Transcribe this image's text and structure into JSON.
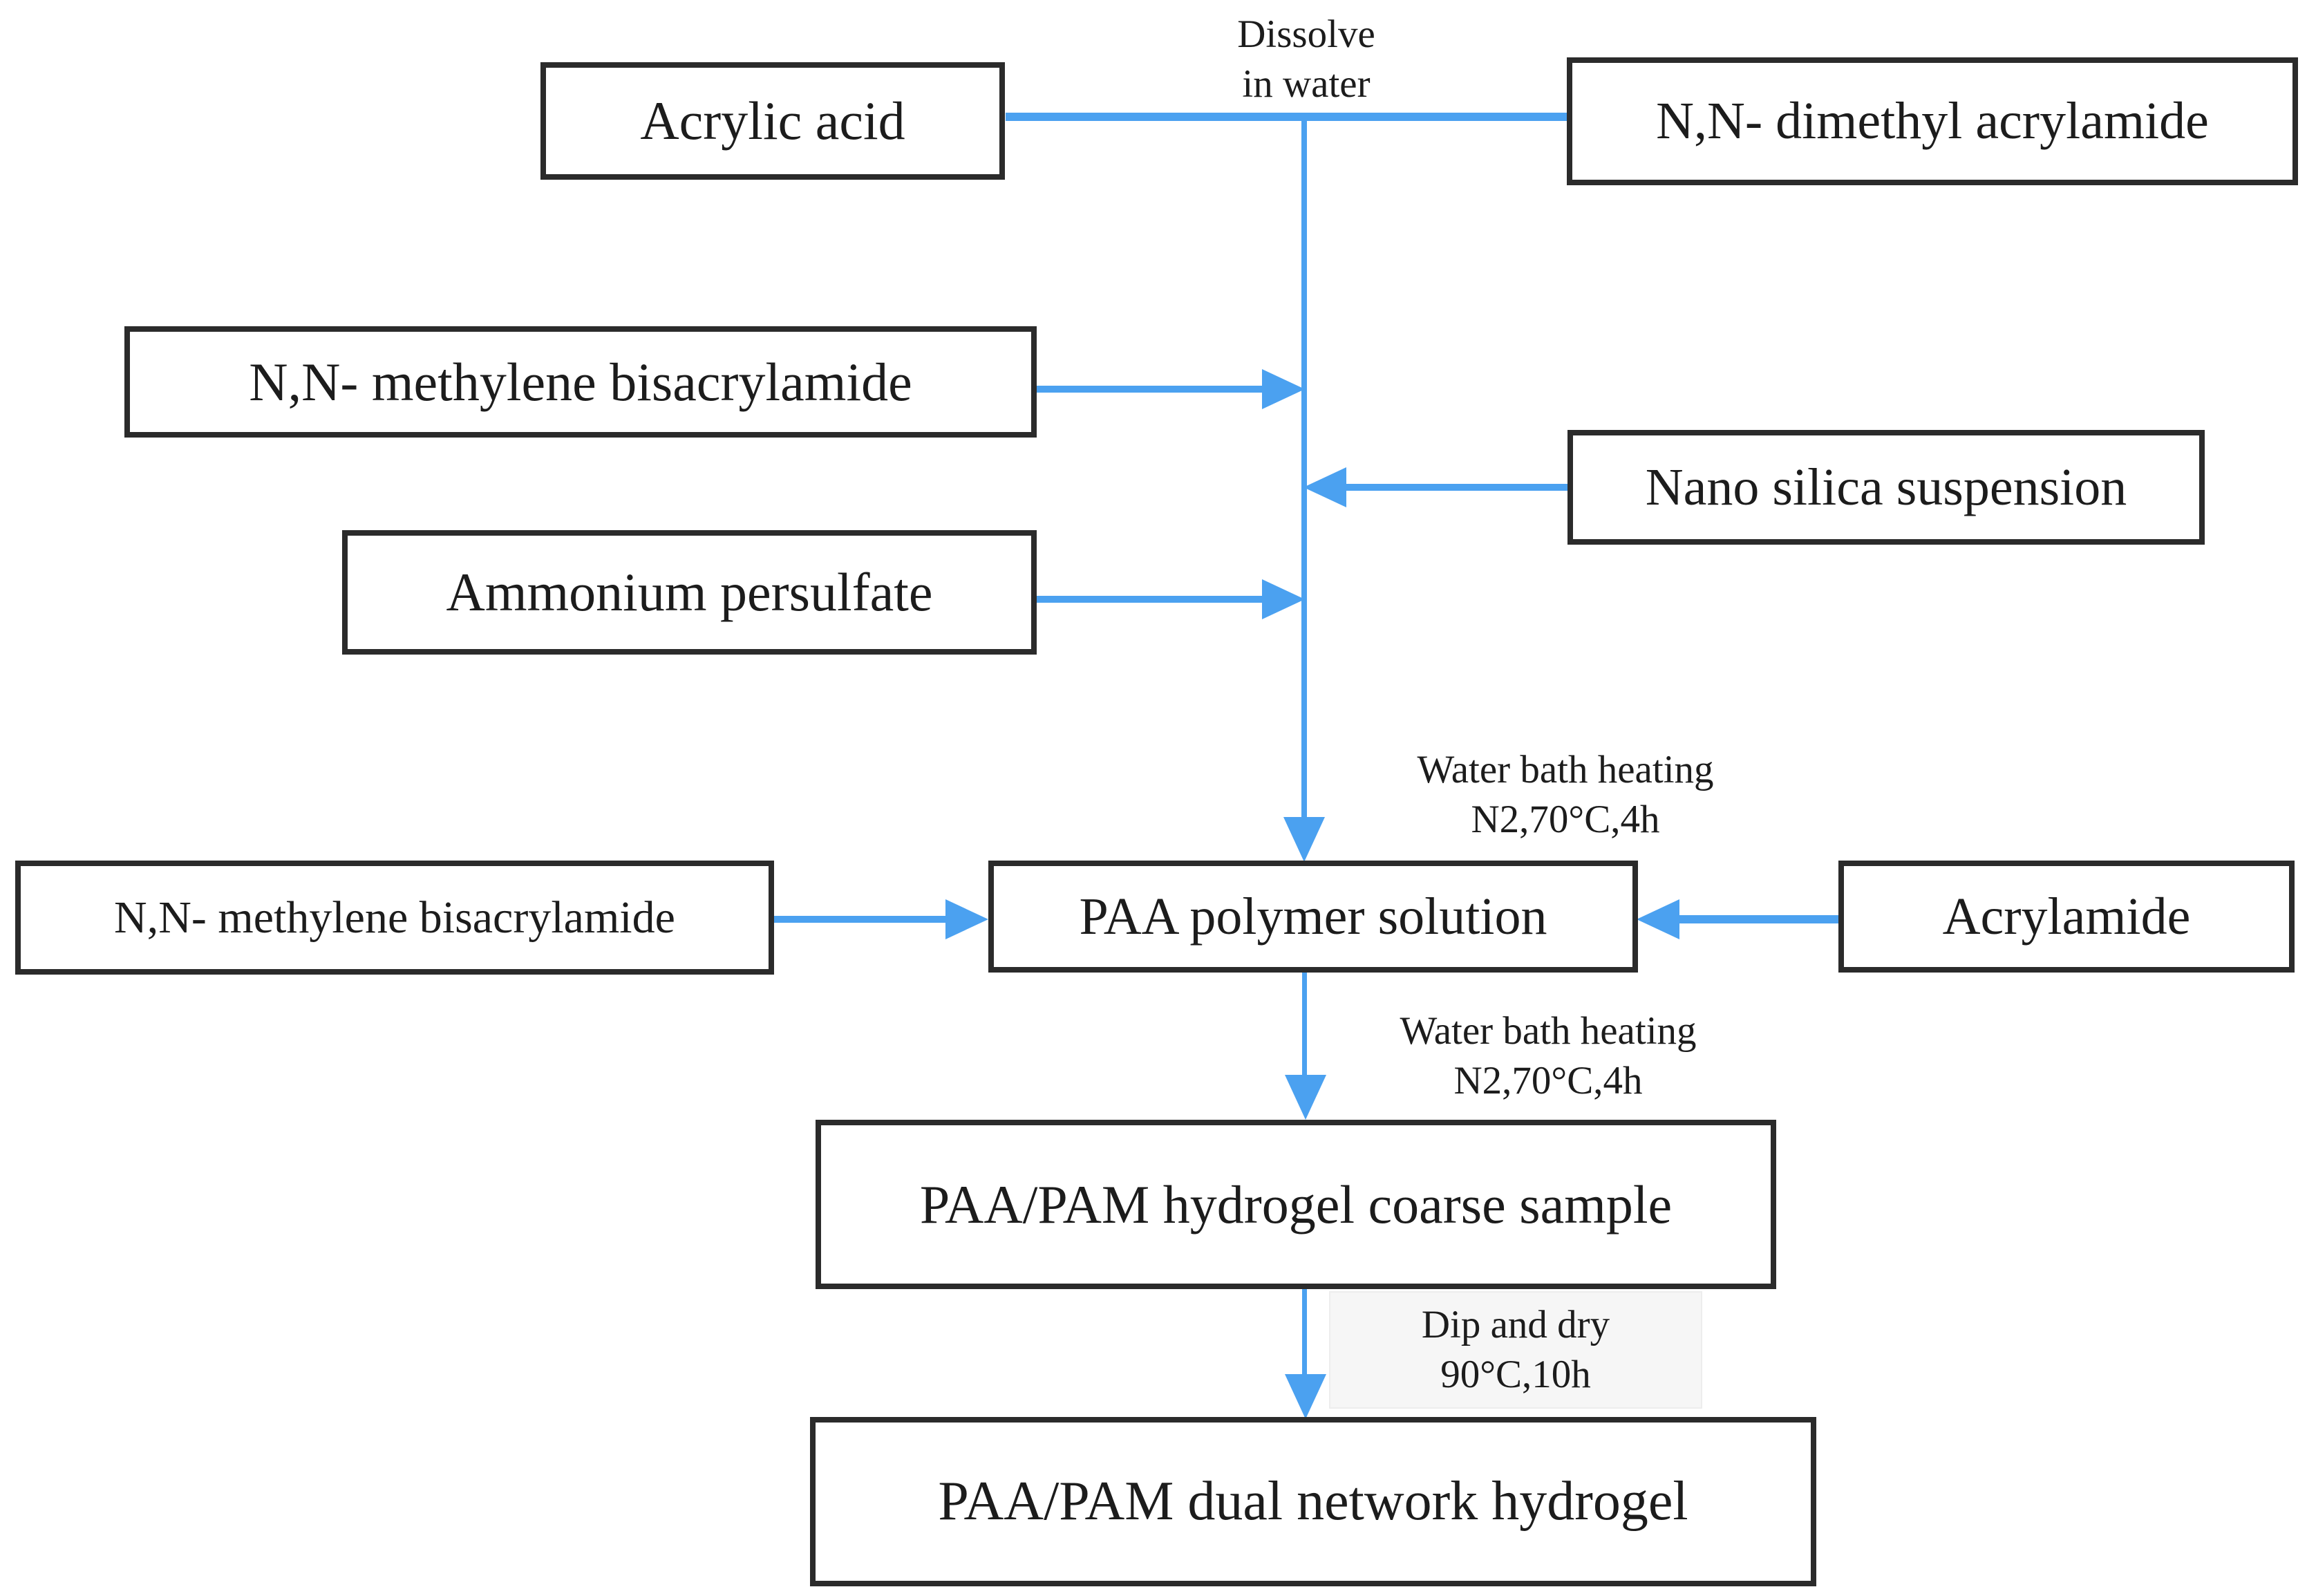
{
  "diagram": {
    "nodes": {
      "acrylic_acid": "Acrylic acid",
      "dimethyl_acrylamide": "N,N- dimethyl acrylamide",
      "methylene_bisacrylamide_1": "N,N- methylene bisacrylamide",
      "nano_silica": "Nano silica suspension",
      "ammonium_persulfate": "Ammonium persulfate",
      "methylene_bisacrylamide_2": "N,N- methylene bisacrylamide",
      "paa_polymer_solution": "PAA polymer solution",
      "acrylamide": "Acrylamide",
      "paa_pam_coarse": "PAA/PAM hydrogel coarse sample",
      "paa_pam_dual": "PAA/PAM dual network hydrogel"
    },
    "labels": {
      "dissolve": {
        "line1": "Dissolve",
        "line2": "in water"
      },
      "water_bath_1": {
        "line1": "Water bath heating",
        "line2": "N2,70°C,4h"
      },
      "water_bath_2": {
        "line1": "Water bath heating",
        "line2": "N2,70°C,4h"
      },
      "dip_dry": {
        "line1": "Dip and dry",
        "line2": "90°C,10h"
      }
    },
    "colors": {
      "arrow": "#4ba1f0",
      "box_border": "#2b2b2b",
      "text": "#1c1c1c",
      "dip_dry_bg": "#f6f6f6",
      "background": "#ffffff"
    }
  }
}
